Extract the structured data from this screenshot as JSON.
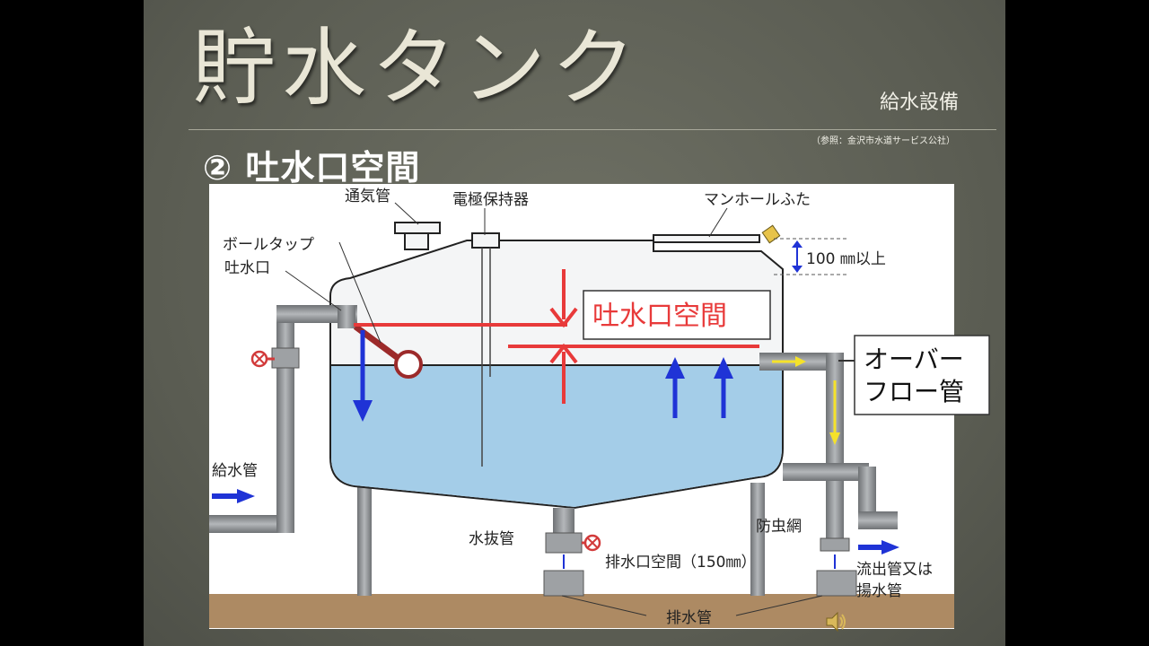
{
  "slide": {
    "title": "貯水タンク",
    "category": "給水設備",
    "source": "（参照：金沢市水道サービス公社）",
    "subtitle": "② 吐水口空間"
  },
  "diagram": {
    "labels": {
      "vent_pipe": "通気管",
      "electrode_holder": "電極保持器",
      "manhole_cover": "マンホールふた",
      "ball_tap": "ボールタップ",
      "spout": "吐水口",
      "clearance_100": "100 ㎜以上",
      "air_gap": "吐水口空間",
      "overflow_line1": "オーバー",
      "overflow_line2": "フロー管",
      "supply_pipe": "給水管",
      "drain_valve_pipe": "水抜管",
      "drain_air_gap": "排水口空間（150㎜）",
      "insect_screen": "防虫網",
      "outflow_line1": "流出管又は",
      "outflow_line2": "揚水管",
      "drain_pipe": "排水管"
    },
    "colors": {
      "water": "#a4cde8",
      "pipe": "#8c8f92",
      "air_gap_line": "#e83a3a",
      "flow_arrow": "#1f33d6",
      "overflow_arrow": "#f5e22a",
      "ground": "#ad8a63"
    },
    "icons": {
      "valve": "valve-icon",
      "speaker": "speaker-icon"
    }
  }
}
